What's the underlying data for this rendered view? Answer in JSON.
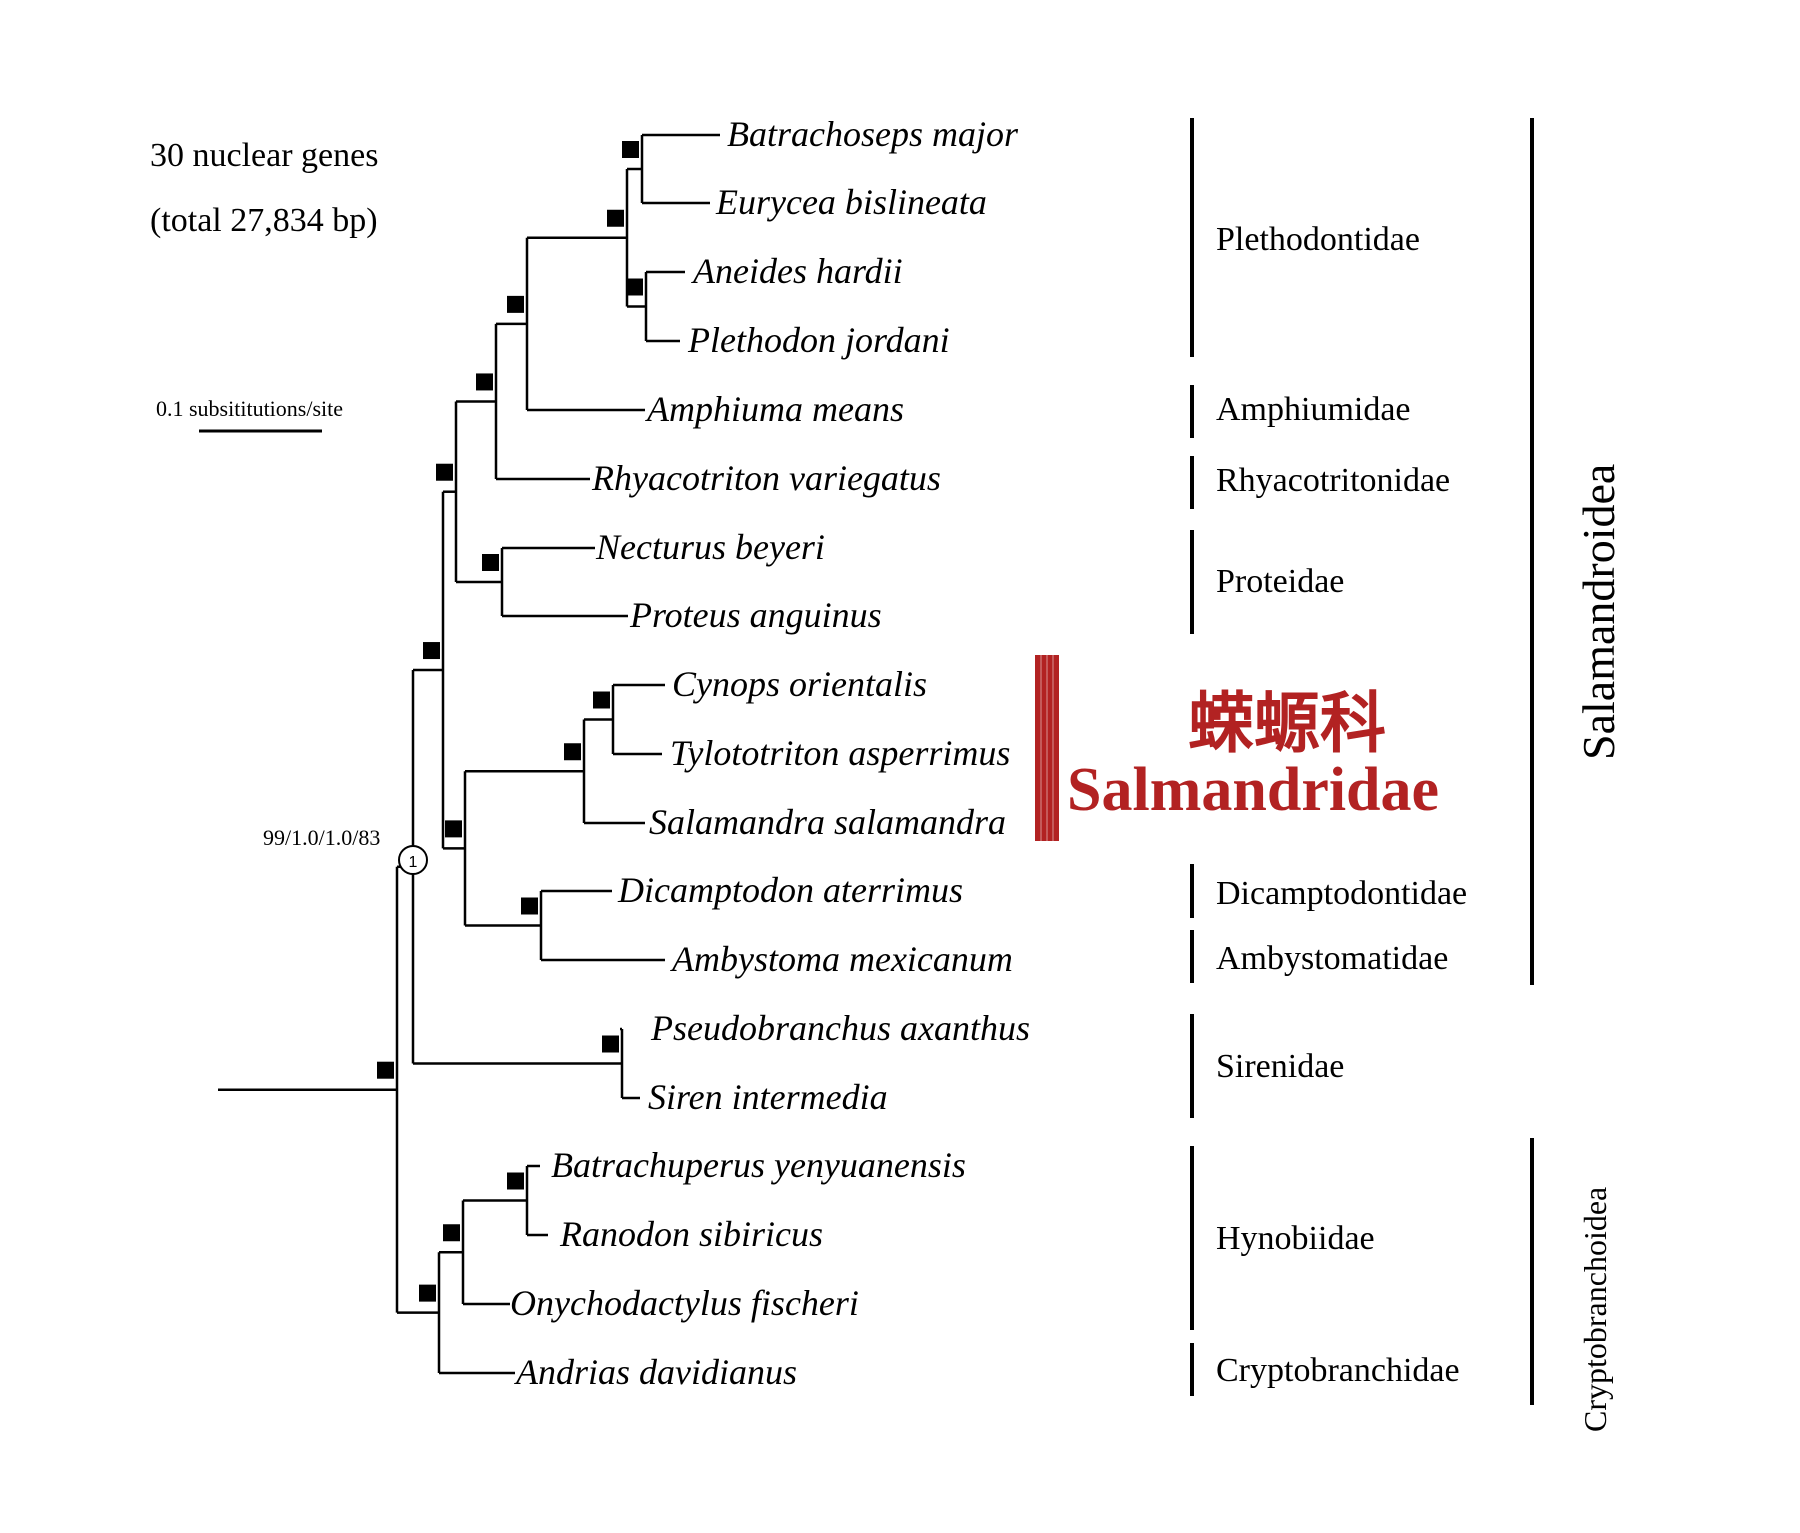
{
  "info": {
    "dataset_line1": "30 nuclear genes",
    "dataset_line2": "(total 27,834 bp)",
    "scale_label": "0.1 subsititutions/site",
    "node_support": "99/1.0/1.0/83",
    "node_number": "1"
  },
  "taxa": [
    "Batrachoseps major",
    "Eurycea bislineata",
    "Aneides hardii",
    "Plethodon jordani",
    "Amphiuma means",
    "Rhyacotriton variegatus",
    "Necturus beyeri",
    "Proteus anguinus",
    "Cynops orientalis",
    "Tylototriton asperrimus",
    "Salamandra salamandra",
    "Dicamptodon aterrimus",
    "Ambystoma mexicanum",
    "Pseudobranchus axanthus",
    "Siren intermedia",
    "Batrachuperus yenyuanensis",
    "Ranodon sibiricus",
    "Onychodactylus fischeri",
    "Andrias davidianus"
  ],
  "families": {
    "plethodontidae": "Plethodontidae",
    "amphiumidae": "Amphiumidae",
    "rhyacotritonidae": "Rhyacotritonidae",
    "proteidae": "Proteidae",
    "salamandridae_cn": "蝾螈科",
    "salamandridae": "Salmandridae",
    "dicamptodontidae": "Dicamptodontidae",
    "ambystomatidae": "Ambystomatidae",
    "sirenidae": "Sirenidae",
    "hynobiidae": "Hynobiidae",
    "cryptobranchidae": "Cryptobranchidae"
  },
  "superfamilies": {
    "salamandroidea": "Salamandroidea",
    "cryptobranchoidea": "Cryptobranchoidea"
  },
  "colors": {
    "accent": "#b22222",
    "lines": "#000000"
  }
}
